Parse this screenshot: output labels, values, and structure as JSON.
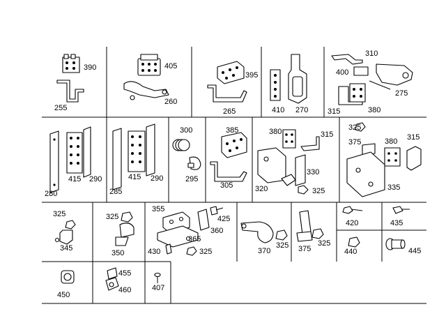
{
  "labels": {
    "l390": "390",
    "l255": "255",
    "l405": "405",
    "l260": "260",
    "l395": "395",
    "l265": "265",
    "l410": "410",
    "l270": "270",
    "l310": "310",
    "l400": "400",
    "l275": "275",
    "l315a": "315",
    "l380a": "380",
    "l280": "280",
    "l415a": "415",
    "l290a": "290",
    "l285": "285",
    "l415b": "415",
    "l290b": "290",
    "l300": "300",
    "l295": "295",
    "l385": "385",
    "l305": "305",
    "l380b": "380",
    "l315b": "315",
    "l330": "330",
    "l320": "320",
    "l325a": "325",
    "l325b": "325",
    "l375a": "375",
    "l380c": "380",
    "l315c": "315",
    "l335": "335",
    "l325c": "325",
    "l345": "345",
    "l325d": "325",
    "l350": "350",
    "l355": "355",
    "l425": "425",
    "l360": "360",
    "l365": "365",
    "l430": "430",
    "l325e": "325",
    "l370": "370",
    "l325f": "325",
    "l375b": "375",
    "l325g": "325",
    "l420": "420",
    "l435": "435",
    "l440": "440",
    "l445": "445",
    "l450": "450",
    "l455": "455",
    "l460": "460",
    "l407": "407"
  }
}
